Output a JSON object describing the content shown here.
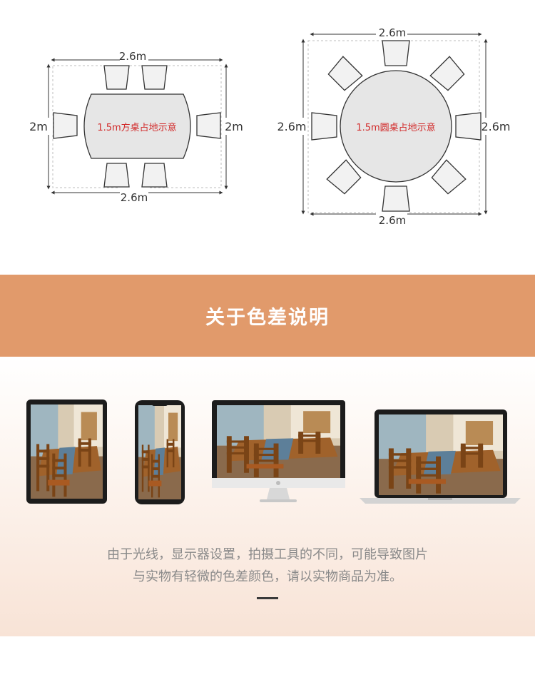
{
  "layout_left": {
    "top_dim": "2.6m",
    "bottom_dim": "2.6m",
    "left_dim": "2m",
    "right_dim": "2m",
    "table_label": "1.5m方桌占地示意"
  },
  "layout_right": {
    "top_dim": "2.6m",
    "bottom_dim": "2.6m",
    "left_dim": "2.6m",
    "right_dim": "2.6m",
    "table_label": "1.5m圆桌占地示意"
  },
  "colors": {
    "banner": "#e19a6b",
    "label_red": "#d22a2a",
    "table_fill": "#e6e6e6",
    "chair_fill": "#f2f2f2",
    "outline": "#333333"
  },
  "color_section": {
    "title": "关于色差说明",
    "devices": [
      "tablet-icon",
      "phone-icon",
      "monitor-icon",
      "laptop-icon"
    ],
    "note_line1": "由于光线，显示器设置，拍摄工具的不同，可能导致图片",
    "note_line2": "与实物有轻微的色差颜色，请以实物商品为准。"
  }
}
